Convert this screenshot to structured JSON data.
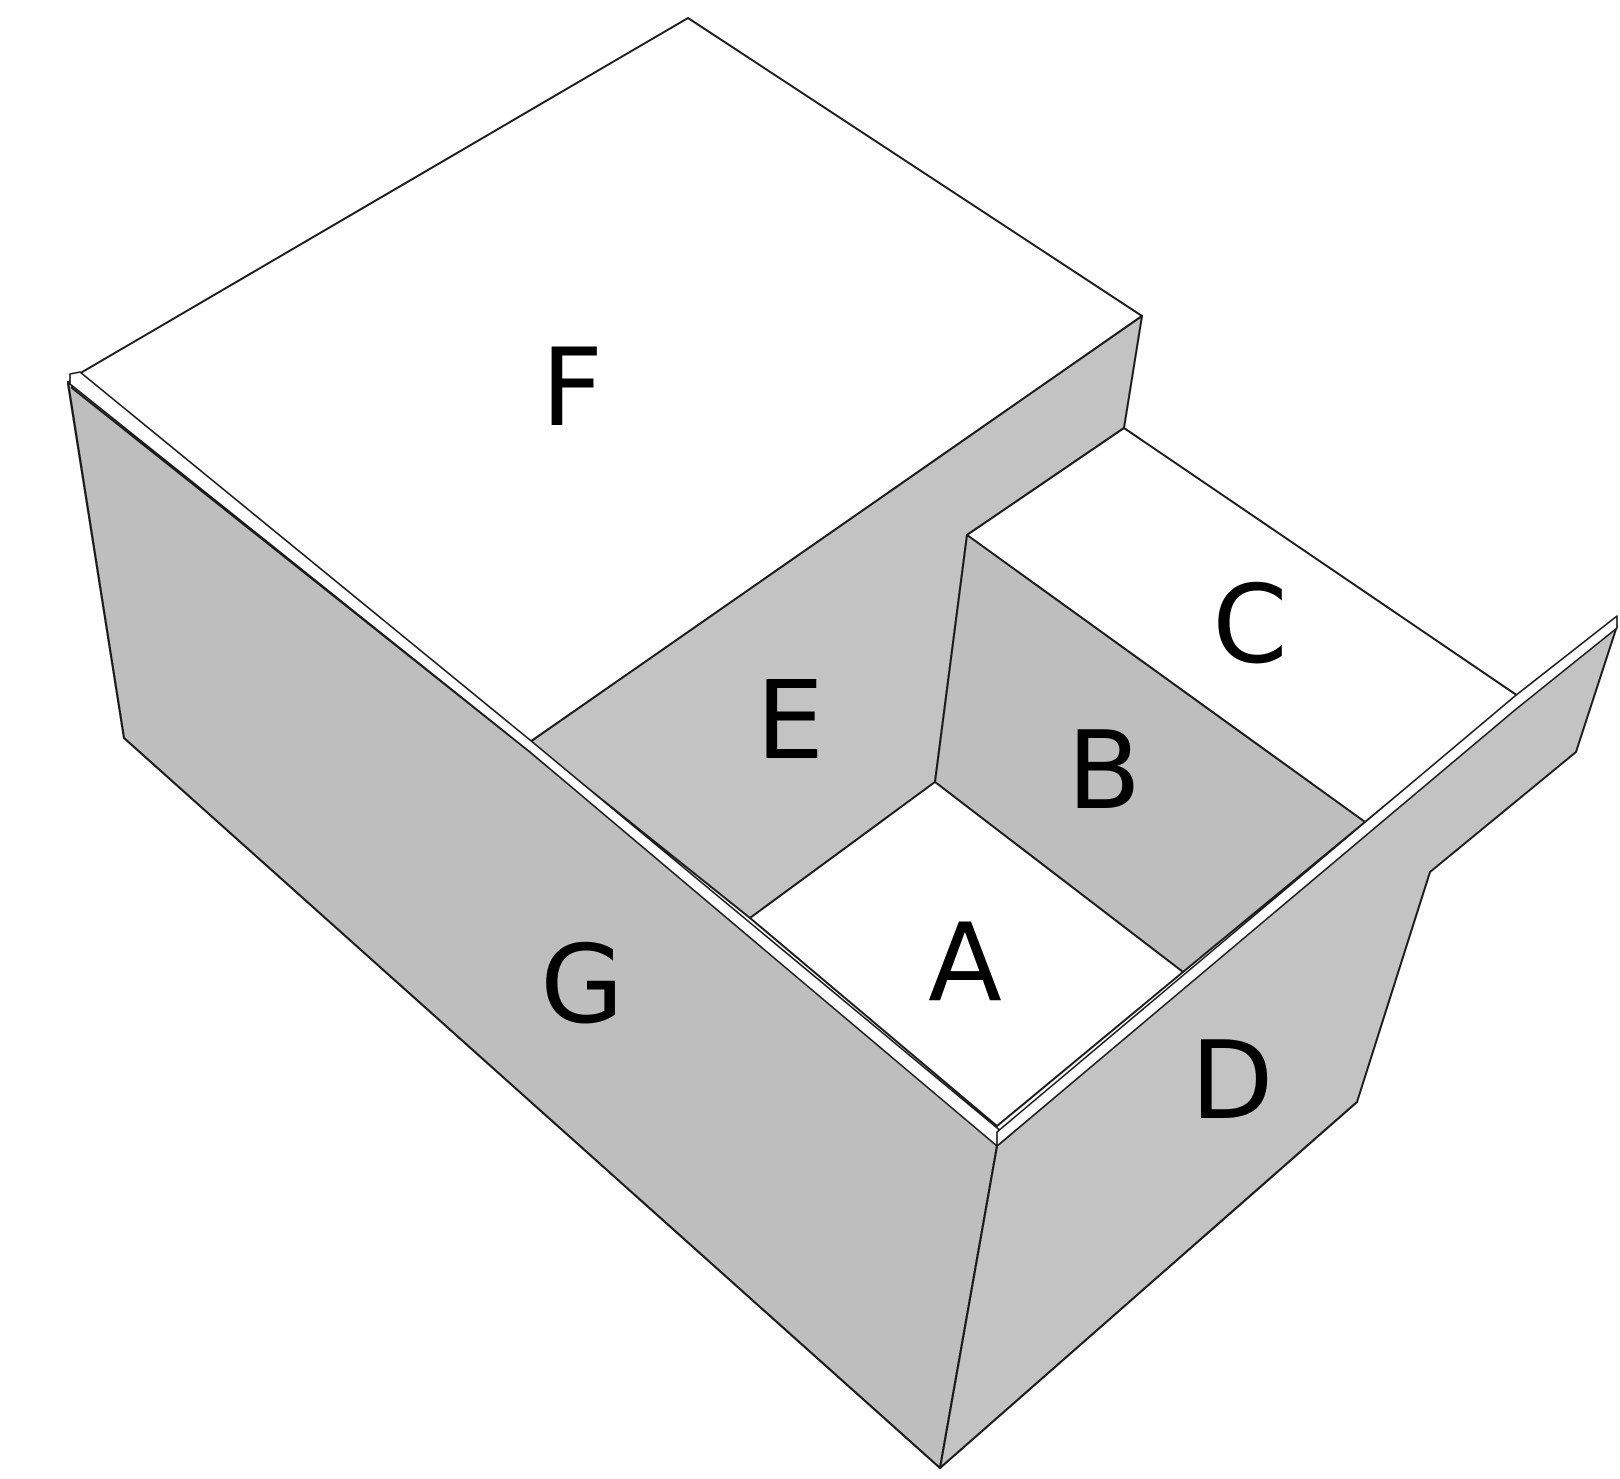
{
  "figure": {
    "faces": [
      {
        "id": "A",
        "label": "A"
      },
      {
        "id": "B",
        "label": "B"
      },
      {
        "id": "C",
        "label": "C"
      },
      {
        "id": "D",
        "label": "D"
      },
      {
        "id": "E",
        "label": "E"
      },
      {
        "id": "F",
        "label": "F"
      },
      {
        "id": "G",
        "label": "G"
      }
    ],
    "colors": {
      "light_face": "#ffffff",
      "shaded_face": "#bebebe",
      "outline": "#1a1a1a",
      "label_text": "#000000"
    }
  }
}
